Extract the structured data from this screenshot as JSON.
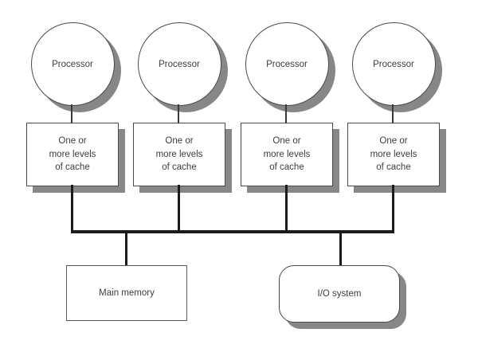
{
  "colors": {
    "border": "#4a4a4a",
    "shadow": "#878787",
    "bus": "#1c1c1c",
    "text": "#3d3d3d",
    "background": "#ffffff"
  },
  "units": [
    {
      "processor_label": "Processor",
      "cache_lines": [
        "One or",
        "more levels",
        "of cache"
      ]
    },
    {
      "processor_label": "Processor",
      "cache_lines": [
        "One or",
        "more levels",
        "of cache"
      ]
    },
    {
      "processor_label": "Processor",
      "cache_lines": [
        "One or",
        "more levels",
        "of cache"
      ]
    },
    {
      "processor_label": "Processor",
      "cache_lines": [
        "One or",
        "more levels",
        "of cache"
      ]
    }
  ],
  "memory": {
    "label": "Main memory"
  },
  "io": {
    "label": "I/O system"
  }
}
